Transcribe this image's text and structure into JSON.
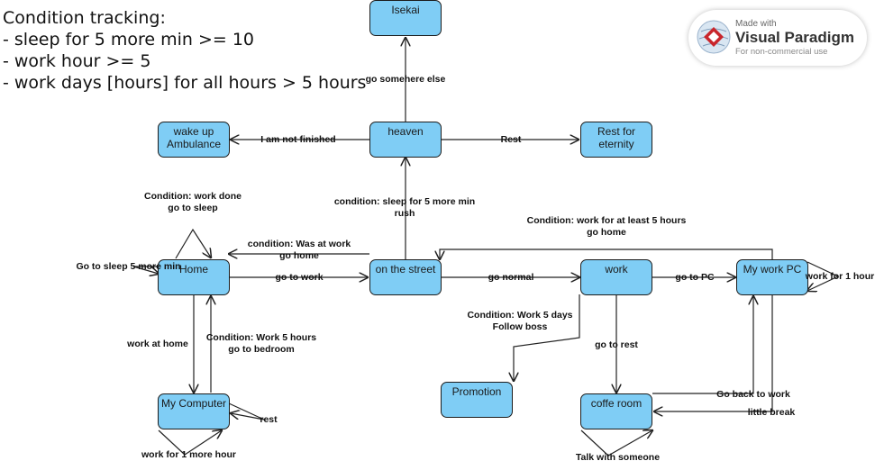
{
  "tracking": {
    "lines": [
      "Condition tracking:",
      "- sleep for 5 more min >= 10",
      "- work hour >= 5",
      "- work days [hours] for all hours > 5 hours"
    ]
  },
  "badge": {
    "made_with": "Made with",
    "name": "Visual Paradigm",
    "sub": "For non-commercial use"
  },
  "states": {
    "isekai": "Isekai",
    "heaven": "heaven",
    "wakeup": "wake up\nAmbulance",
    "rest": "Rest for\neternity",
    "home": "Home",
    "street": "on the street",
    "work": "work",
    "mypc": "My work PC",
    "mycomputer": "My Computer",
    "promotion": "Promotion",
    "coffee": "coffe room"
  },
  "transitions": {
    "go_elsewhere": "go somehere else",
    "not_finished": "I am not finished",
    "rest": "Rest",
    "sleep_more_rush": "condition: sleep for 5 more min\nrush",
    "work_done_sleep": "Condition: work done\ngo to sleep",
    "sleep_5_more": "Go to sleep 5 more min",
    "was_at_work": "condition: Was at work\ngo home",
    "go_to_work": "go to work",
    "work_5_hours_home": "Condition: work for at least 5 hours\ngo home",
    "go_normal": "go normal",
    "go_to_pc": "go to PC",
    "work_1_hour": "work for 1 hour",
    "work_at_home": "work at home",
    "work_5_hours_bed": "Condition: Work 5 hours\ngo to bedroom",
    "follow_boss": "Condition: Work 5 days\nFollow boss",
    "go_to_rest": "go to rest",
    "go_back_to_work": "Go back to work",
    "little_break": "little break",
    "rest_small": "rest",
    "work_1_more_hour": "work for 1 more hour",
    "talk_with_someone": "Talk with someone"
  }
}
